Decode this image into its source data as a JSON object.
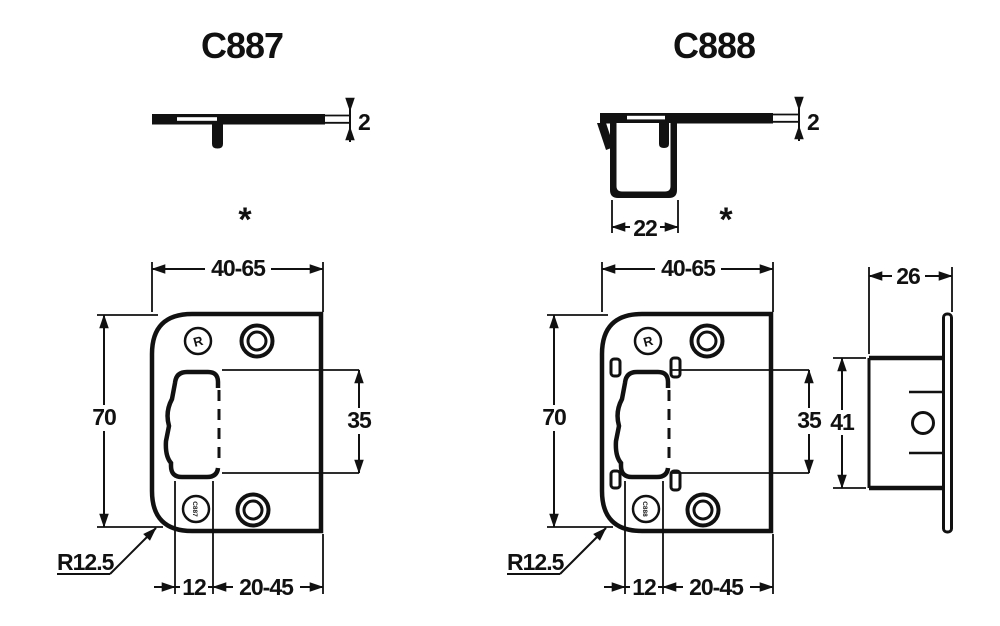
{
  "page": {
    "background": "#ffffff",
    "ink": "#111111"
  },
  "drawings": {
    "c887": {
      "title": "C887",
      "asterisk": "*",
      "top_view": {
        "thickness": "2"
      },
      "front_view": {
        "width": "40-65",
        "height": "70",
        "opening_height": "35",
        "lip_width": "12",
        "adjust_range": "20-45",
        "corner_radius": "R12.5"
      },
      "stamps": {
        "brand": "R",
        "code": "C887"
      }
    },
    "c888": {
      "title": "C888",
      "asterisk": "*",
      "top_view": {
        "thickness": "2",
        "box_width": "22"
      },
      "front_view": {
        "width": "40-65",
        "height": "70",
        "opening_height": "35",
        "lip_width": "12",
        "adjust_range": "20-45",
        "corner_radius": "R12.5"
      },
      "side_view": {
        "box_depth": "26",
        "box_height": "41"
      },
      "stamps": {
        "brand": "R",
        "code": "C888"
      }
    }
  }
}
